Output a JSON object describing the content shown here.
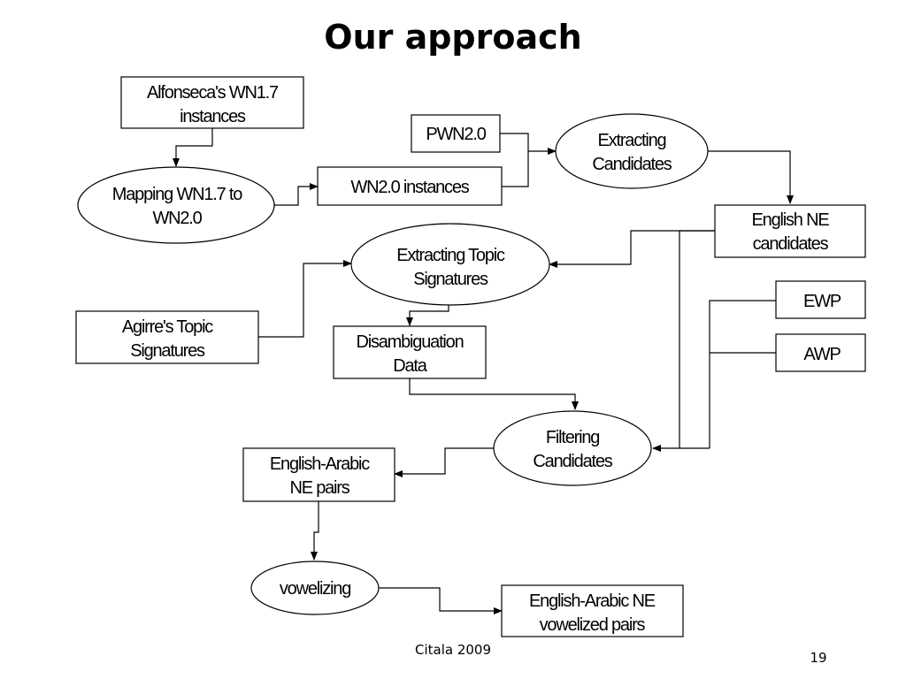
{
  "slide": {
    "title": "Our approach",
    "footer": "Citala 2009",
    "page_number": "19"
  },
  "nodes": {
    "alfonseca": [
      "Alfonseca's WN1.7",
      "instances"
    ],
    "mapping": [
      "Mapping WN1.7 to",
      "WN2.0"
    ],
    "wn20": [
      "WN2.0 instances"
    ],
    "pwn20": [
      "PWN2.0"
    ],
    "extracting_candidates": [
      "Extracting",
      "Candidates"
    ],
    "english_ne": [
      "English NE",
      "candidates"
    ],
    "extracting_topic": [
      "Extracting Topic",
      "Signatures"
    ],
    "agirre": [
      "Agirre's Topic",
      "Signatures"
    ],
    "disambiguation": [
      "Disambiguation",
      "Data"
    ],
    "ewp": [
      "EWP"
    ],
    "awp": [
      "AWP"
    ],
    "filtering": [
      "Filtering",
      "Candidates"
    ],
    "english_arabic": [
      "English-Arabic",
      "NE pairs"
    ],
    "vowelizing": [
      "vowelizing"
    ],
    "vowelized": [
      "English-Arabic NE",
      "vowelized pairs"
    ]
  },
  "colors": {
    "stroke": "#000000",
    "background": "#ffffff"
  }
}
